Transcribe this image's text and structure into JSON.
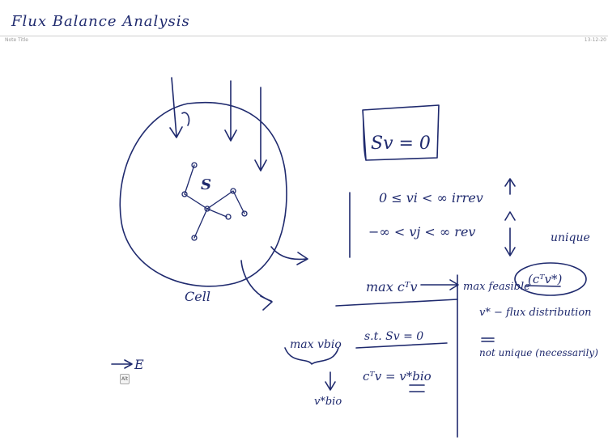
{
  "header": {
    "title": "Flux Balance Analysis",
    "note_label": "Note Title",
    "date": "13-12-20"
  },
  "diagram": {
    "matrix_label": "S",
    "cell_label": "Cell",
    "exchange_label": "E",
    "constraints": {
      "mass_balance": "Sv = 0",
      "irreversible": "0 ≤ vi < ∞   irrev",
      "reversible": "−∞ < vj < ∞   rev",
      "objective": "max cᵀv",
      "max_feasible": "max feasible",
      "optimum": "(cᵀv*)",
      "unique": "unique",
      "flux_dist": "v* − flux distribution",
      "not_unique": "not unique (necessarily)",
      "max_bio": "max vbio",
      "st": "s.t.  Sv = 0",
      "ctv": "cᵀv = v*bio",
      "vbio_star": "v*bio"
    }
  },
  "toolbar": {
    "alt_label": "Alt"
  },
  "colors": {
    "ink": "#1f2a6e",
    "rule": "#cfcfcf"
  }
}
